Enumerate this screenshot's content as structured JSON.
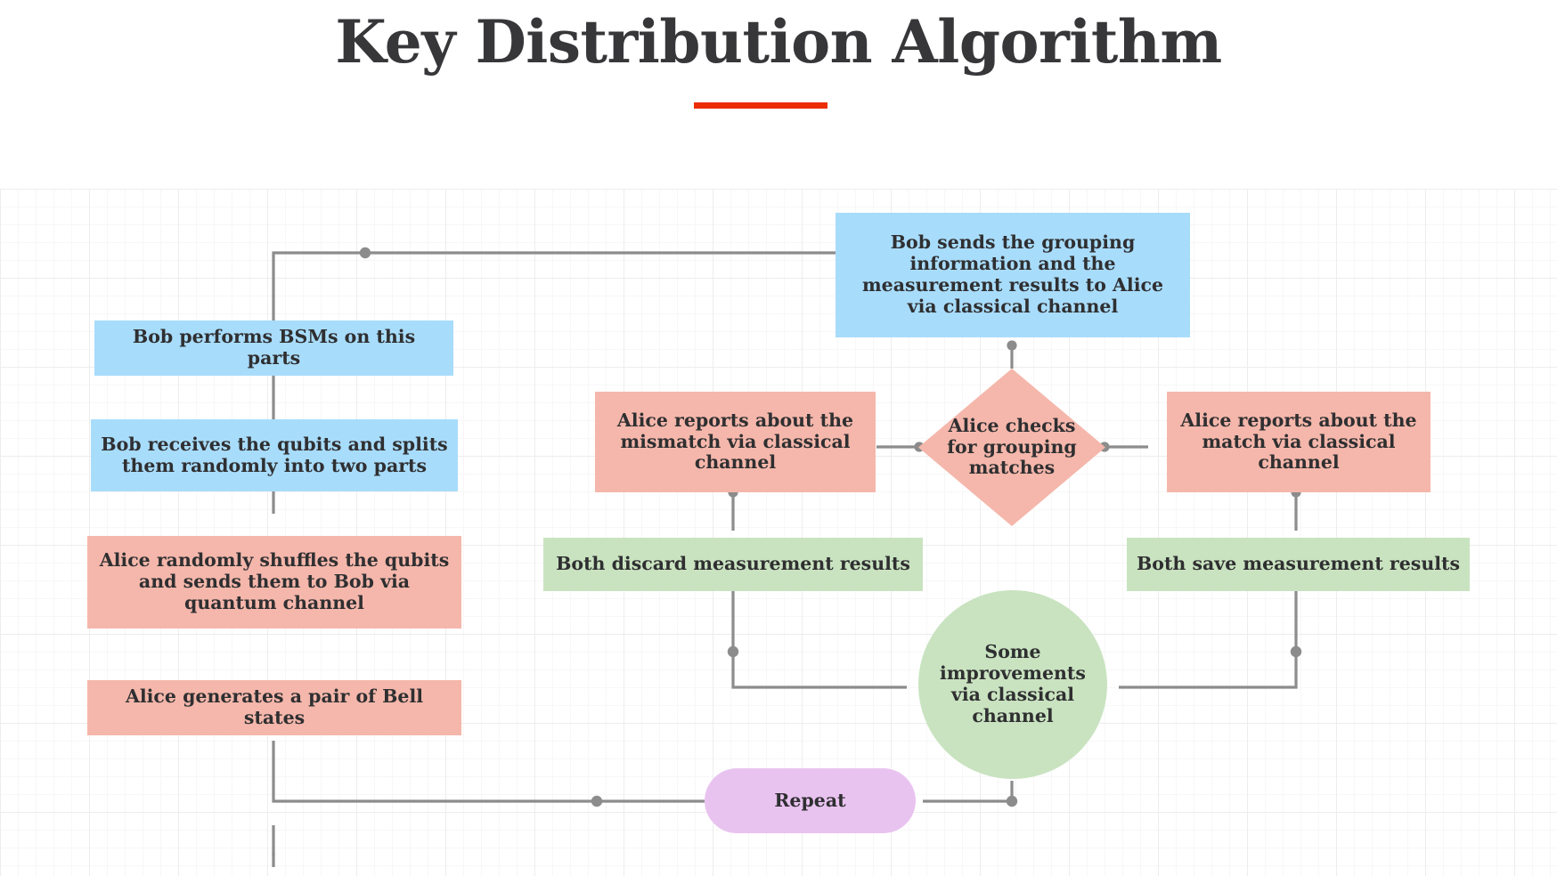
{
  "header": {
    "title": "Key Distribution Algorithm",
    "accent_color": "#ec2d06"
  },
  "palette": {
    "blue": "#a8dcfb",
    "salmon": "#f5b7ab",
    "green": "#c9e3c0",
    "purple": "#e9c3f0",
    "edge": "#8c8c8c",
    "text": "#2f2f31",
    "grid_minor": "#f7f7f7",
    "grid_major": "#ededed"
  },
  "diagram": {
    "nodes": {
      "bob_sends": "Bob sends the grouping information and the measurement results to Alice via classical channel",
      "bob_bsm": "Bob performs BSMs on this parts",
      "bob_receives": "Bob receives the qubits and splits them randomly into two parts",
      "alice_shuffles": "Alice randomly shuffles the qubits and sends them to Bob via quantum channel",
      "alice_generates": "Alice generates a pair of Bell states",
      "alice_checks": "Alice checks for grouping matches",
      "alice_mismatch": "Alice reports about the mismatch via classical channel",
      "alice_match": "Alice reports about the match via classical channel",
      "both_discard": "Both discard measurement results",
      "both_save": "Both save measurement results",
      "improvements": "Some improvements via classical channel",
      "repeat": "Repeat"
    }
  }
}
